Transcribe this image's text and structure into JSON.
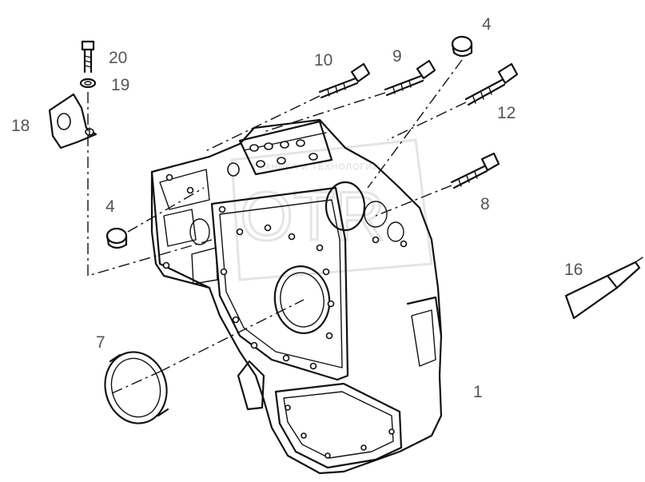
{
  "watermark": {
    "text": "ТЕХНИКА И ТЕХНОЛОГИИ",
    "logo_letters": "OTR"
  },
  "callouts": [
    {
      "id": "20",
      "text": "20"
    },
    {
      "id": "19",
      "text": "19"
    },
    {
      "id": "18",
      "text": "18"
    },
    {
      "id": "10",
      "text": "10"
    },
    {
      "id": "9",
      "text": "9"
    },
    {
      "id": "4a",
      "text": "4"
    },
    {
      "id": "12",
      "text": "12"
    },
    {
      "id": "8",
      "text": "8"
    },
    {
      "id": "4b",
      "text": "4"
    },
    {
      "id": "16",
      "text": "16"
    },
    {
      "id": "7",
      "text": "7"
    },
    {
      "id": "1",
      "text": "1"
    }
  ],
  "colors": {
    "line": "#111111",
    "label": "#555555",
    "watermark": "#bdbdbd"
  }
}
